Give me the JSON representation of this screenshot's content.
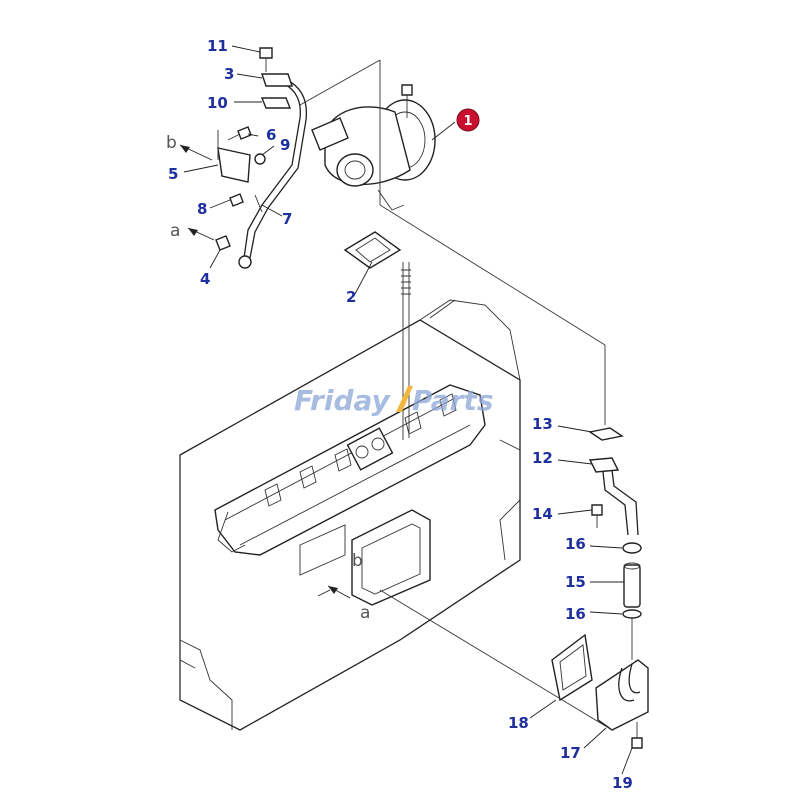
{
  "watermark": {
    "left": "Friday",
    "right": "Parts",
    "accent_color": "#f2b640",
    "text_color": "#8aa6d6"
  },
  "highlight": {
    "number": "1",
    "color": "#c8102e"
  },
  "callout_color": "#1f2f9e",
  "callouts": {
    "c2": "2",
    "c3": "3",
    "c4": "4",
    "c5": "5",
    "c6": "6",
    "c7": "7",
    "c8": "8",
    "c9": "9",
    "c10": "10",
    "c11": "11",
    "c12": "12",
    "c13": "13",
    "c14": "14",
    "c15": "15",
    "c16a": "16",
    "c16b": "16",
    "c17": "17",
    "c18": "18",
    "c19": "19"
  },
  "view_marks": {
    "a_top": "a",
    "b_top": "b",
    "a_bottom": "a",
    "b_bottom": "b"
  }
}
